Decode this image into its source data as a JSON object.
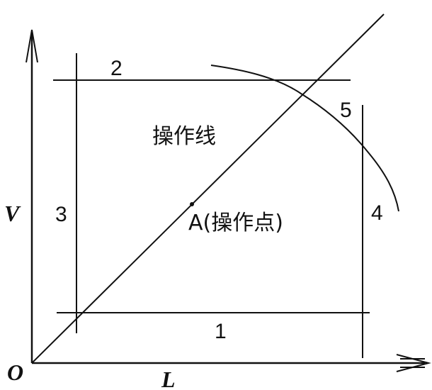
{
  "axes": {
    "origin": "O",
    "x_label": "L",
    "y_label": "V"
  },
  "lines": {
    "bottom": "1",
    "top": "2",
    "left": "3",
    "right": "4",
    "curve": "5"
  },
  "operating_line": "操作线",
  "operating_point": "A(操作点)",
  "colors": {
    "ink": "#111111",
    "background": "#ffffff"
  }
}
